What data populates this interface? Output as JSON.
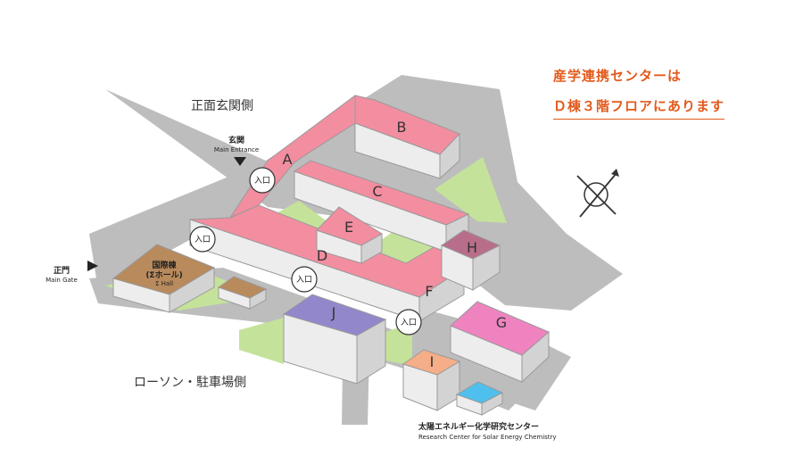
{
  "notice": {
    "line1": "産学連携センターは",
    "line2": "Ｄ棟３階フロアにあります"
  },
  "side_labels": {
    "front": "正面玄関側",
    "lawson": "ローソン・駐車場側"
  },
  "entrances": {
    "main_ja": "玄関",
    "main_en": "Main Entrance",
    "gate_ja": "正門",
    "gate_en": "Main Gate",
    "entrance_label": "入口"
  },
  "buildings": {
    "a": "A",
    "b": "B",
    "c": "C",
    "d": "D",
    "e": "E",
    "f": "F",
    "g": "G",
    "h": "H",
    "i": "I",
    "j": "J"
  },
  "hall": {
    "line1": "国際棟",
    "line2": "(Σホール)",
    "line3": "Σ Hall"
  },
  "solar": {
    "ja": "太陽エネルギー化学研究センター",
    "en": "Research Center for Solar Energy Chemistry"
  },
  "icons": [
    "north-compass-icon",
    "arrow-down-icon",
    "arrow-right-icon"
  ],
  "colors": {
    "notice": "#e25a1c",
    "road": "#bdbdbd",
    "main_building": "#f28ea0",
    "g_building": "#ef83c0",
    "h_building": "#b86e8a",
    "j_building": "#9387cc",
    "i_building": "#f5ae88",
    "hall_building": "#b88a5c",
    "solar_roof": "#4fbfee",
    "lawn": "#c5e29a"
  }
}
